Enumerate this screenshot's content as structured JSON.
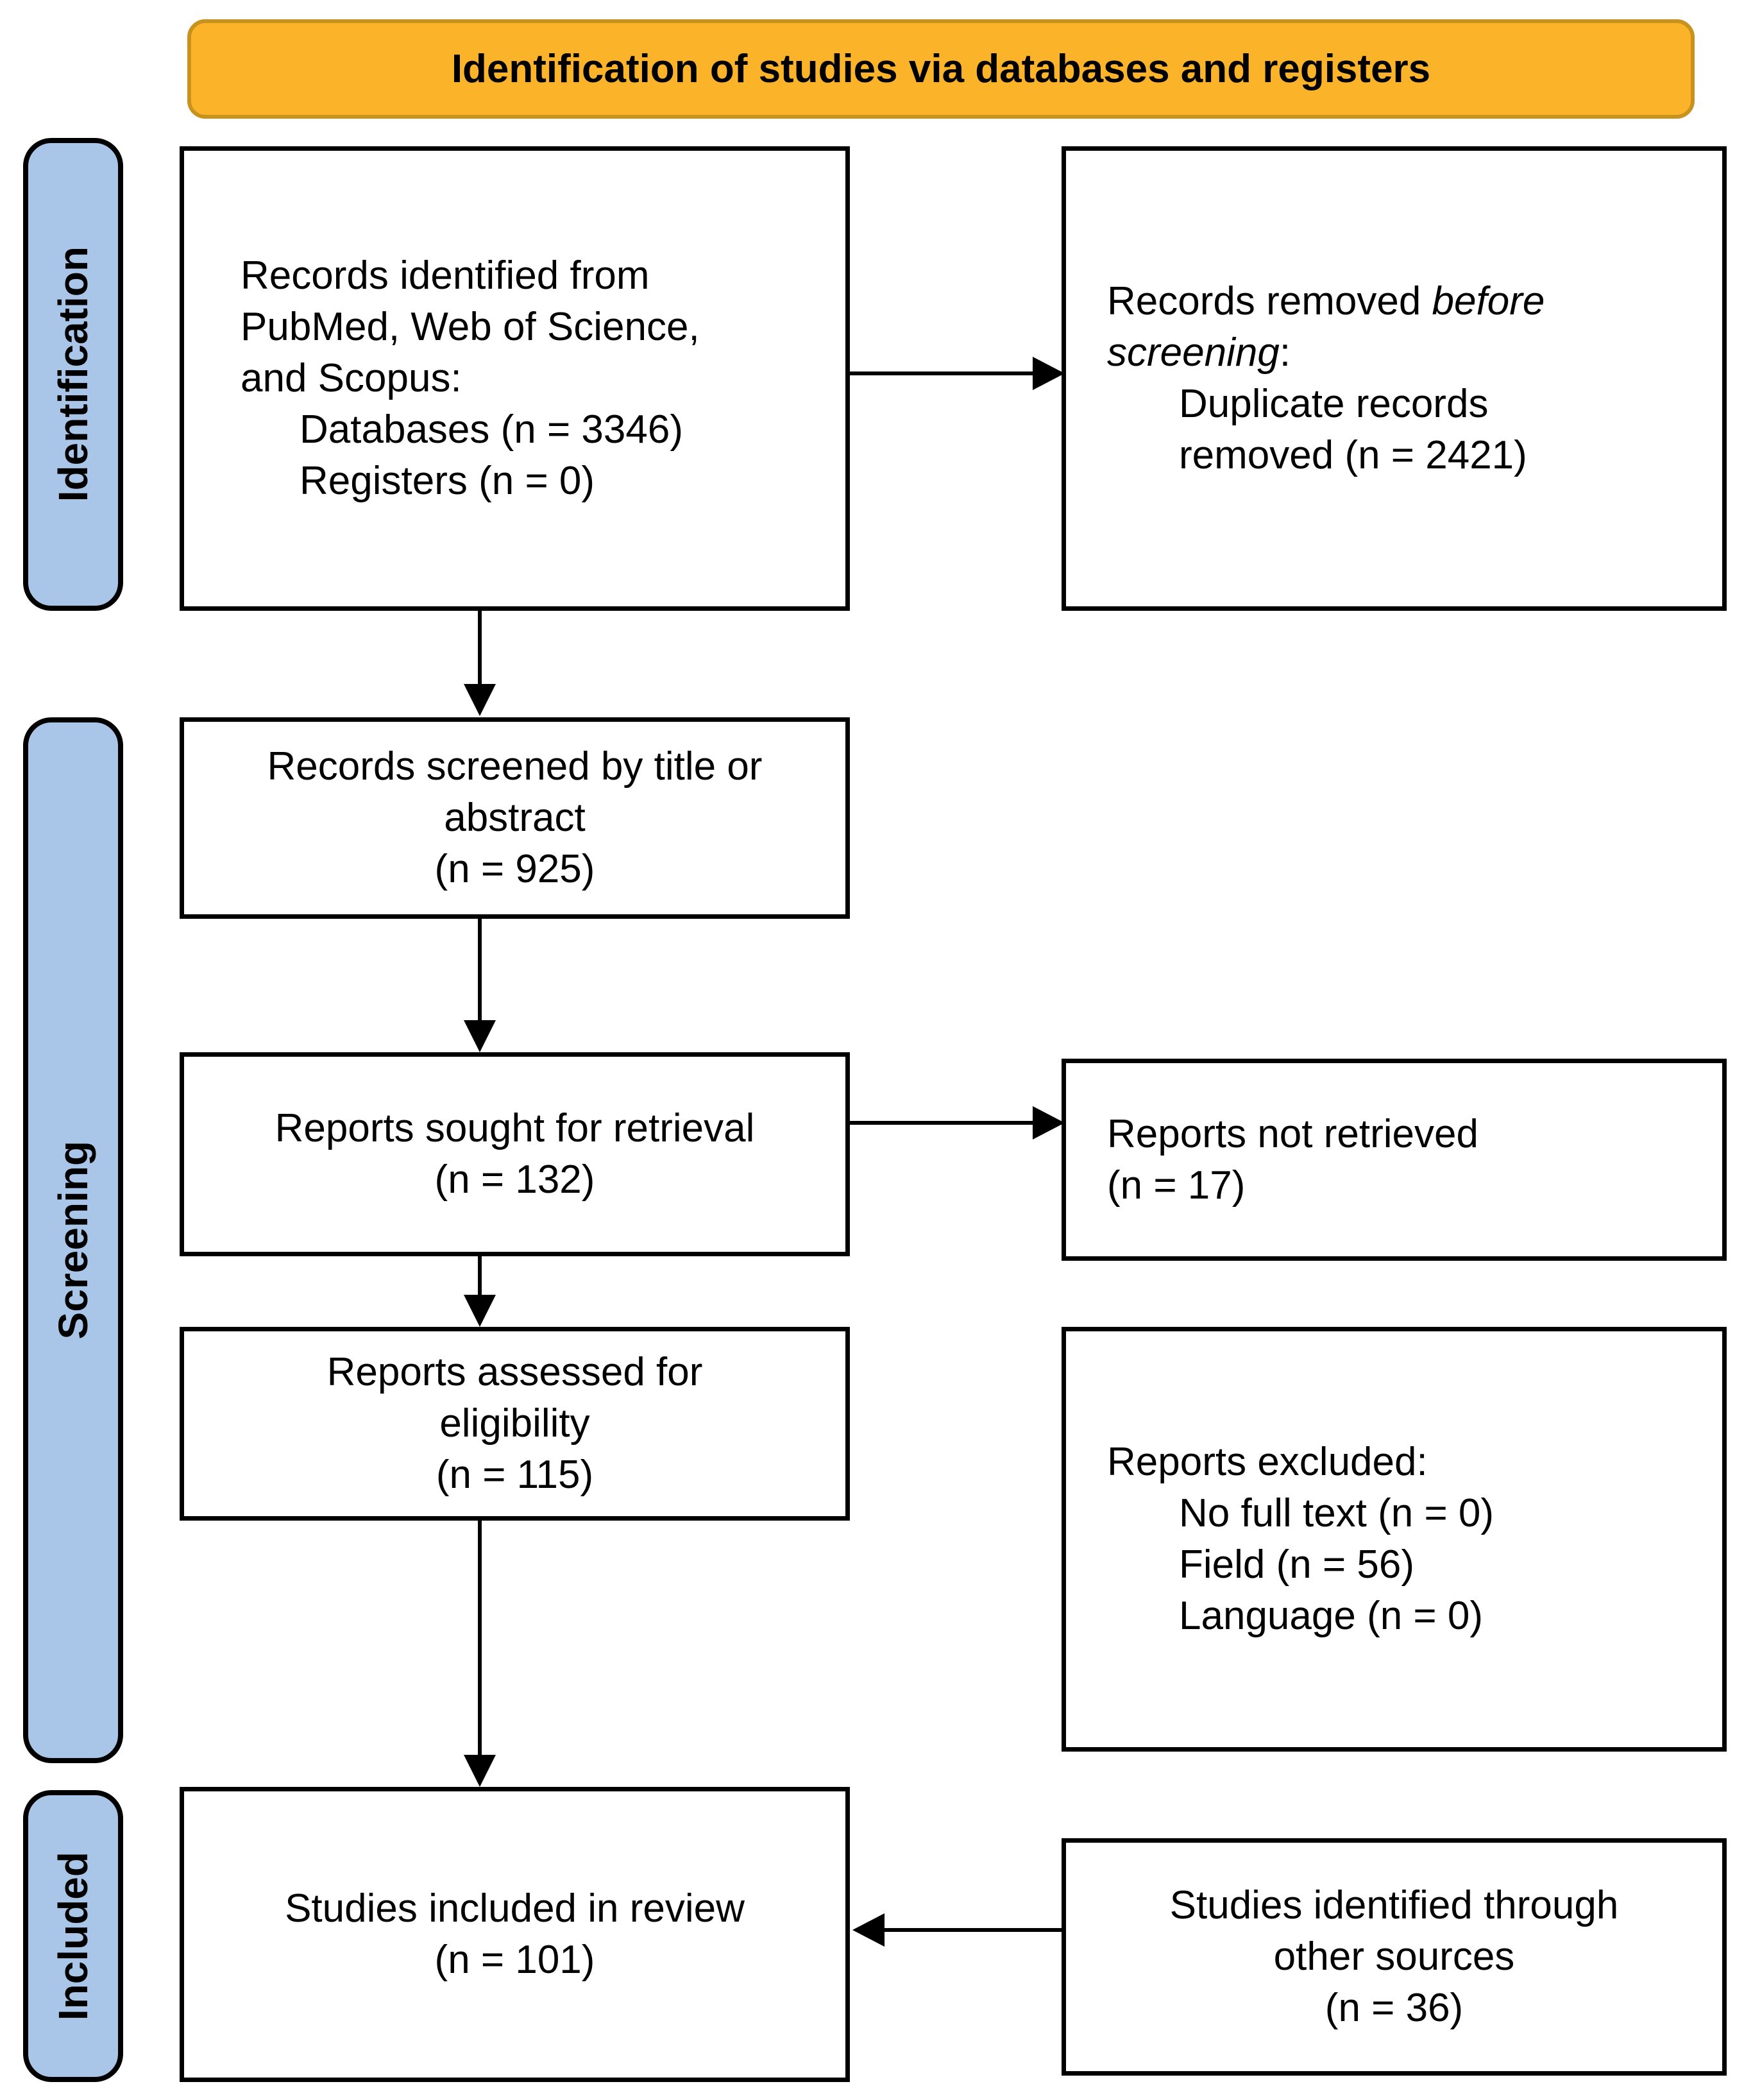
{
  "title_banner": {
    "label": "Identification of studies via databases and registers"
  },
  "sidebar": {
    "identification_label": "Identification",
    "screening_label": "Screening",
    "included_label": "Included"
  },
  "boxes": {
    "records_identified": {
      "line1": "Records identified from",
      "line2": "PubMed, Web of Science,",
      "line3": "and Scopus:",
      "item1": "Databases (n = 3346)",
      "item2": "Registers (n = 0)"
    },
    "records_removed": {
      "lead": "Records removed ",
      "italic_lead": "before",
      "italic_line2": "screening",
      "line2_suffix": ":",
      "item1_line1": "Duplicate records",
      "item1_line2": "removed (n = 2421)"
    },
    "records_screened": {
      "line1": "Records screened by title or",
      "line2": "abstract",
      "line3": "(n = 925)"
    },
    "reports_sought": {
      "line1": "Reports sought for retrieval",
      "line2": "(n = 132)"
    },
    "reports_not_retrieved": {
      "line1": "Reports not retrieved",
      "line2": "(n = 17)"
    },
    "reports_assessed": {
      "line1": "Reports assessed for",
      "line2": "eligibility",
      "line3": "(n = 115)"
    },
    "reports_excluded": {
      "title": "Reports excluded:",
      "item1": "No full text (n = 0)",
      "item2": "Field (n = 56)",
      "item3": "Language (n = 0)"
    },
    "studies_included": {
      "line1": "Studies included in review",
      "line2": "(n = 101)"
    },
    "studies_other_sources": {
      "line1": "Studies identified through",
      "line2": "other sources",
      "line3": "(n = 36)"
    }
  },
  "colors": {
    "banner_bg": "#FBB42A",
    "banner_border": "#C8921E",
    "sidebar_bg": "#A9C6E8",
    "line_color": "#000000"
  }
}
